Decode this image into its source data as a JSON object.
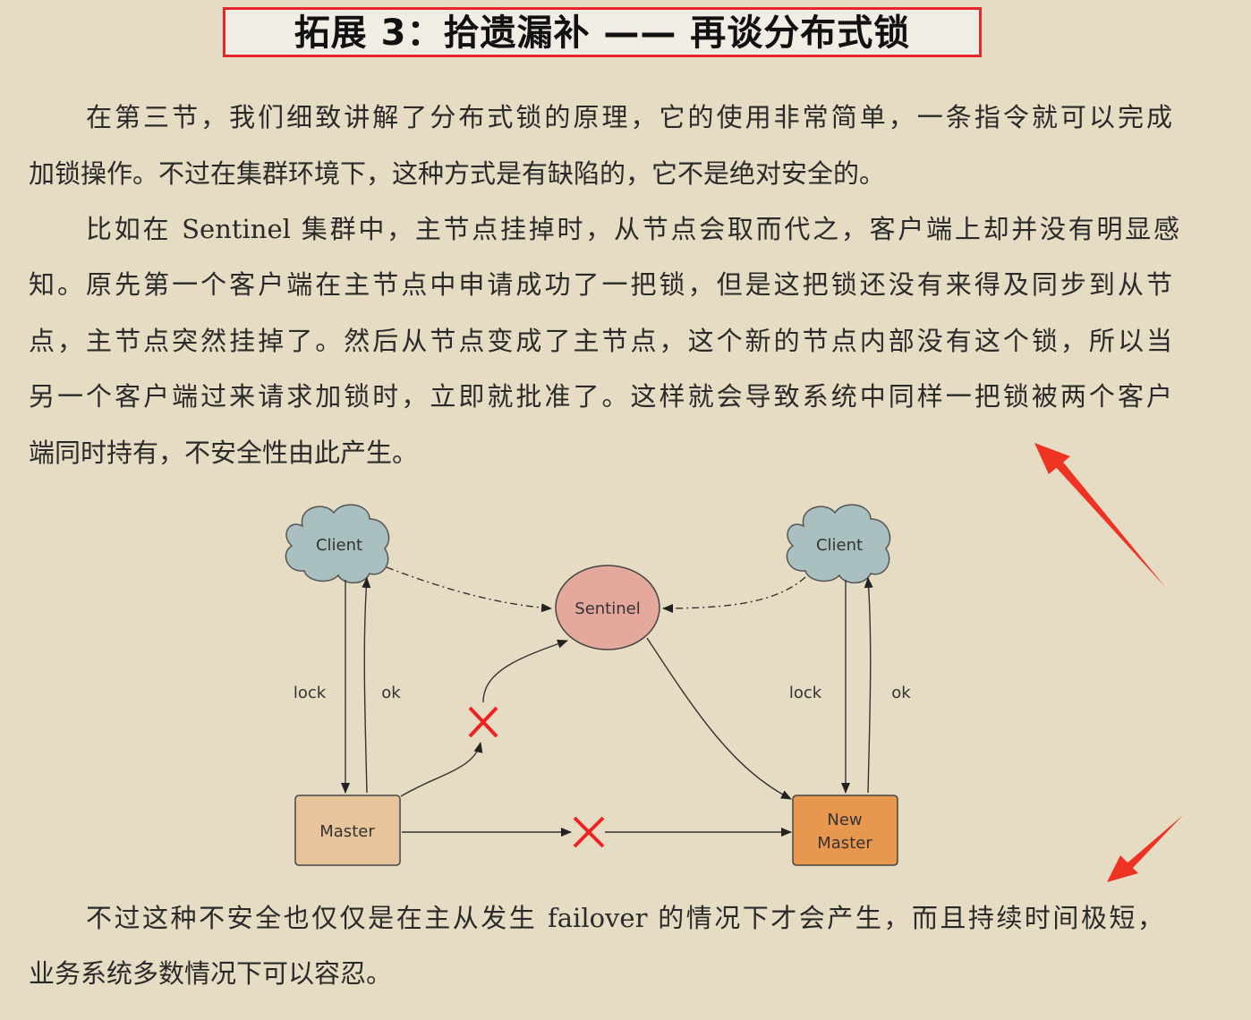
{
  "title": "拓展 3：拾遗漏补 —— 再谈分布式锁",
  "paragraphs": [
    {
      "lines": [
        "在第三节，我们细致讲解了分布式锁的原理，它的使用非常简单，一条指令就可以完成",
        "加锁操作。不过在集群环境下，这种方式是有缺陷的，它不是绝对安全的。"
      ]
    },
    {
      "lines": [
        "比如在 Sentinel 集群中，主节点挂掉时，从节点会取而代之，客户端上却并没有明显感",
        "知。原先第一个客户端在主节点中申请成功了一把锁，但是这把锁还没有来得及同步到从节",
        "点，主节点突然挂掉了。然后从节点变成了主节点，这个新的节点内部没有这个锁，所以当",
        "另一个客户端过来请求加锁时，立即就批准了。这样就会导致系统中同样一把锁被两个客户",
        "端同时持有，不安全性由此产生。"
      ]
    },
    {
      "lines": [
        "不过这种不安全也仅仅是在主从发生 failover 的情况下才会产生，而且持续时间极短，",
        "业务系统多数情况下可以容忍。"
      ]
    }
  ],
  "diagram": {
    "client_left": "Client",
    "client_right": "Client",
    "sentinel": "Sentinel",
    "master": "Master",
    "new_master_line1": "New",
    "new_master_line2": "Master",
    "lock_left": "lock",
    "ok_left": "ok",
    "lock_right": "lock",
    "ok_right": "ok"
  },
  "colors": {
    "background": "#e6dcc4",
    "title_border": "#e8252a",
    "cloud": "#a9bfc0",
    "sentinel": "#e4a89c",
    "master": "#e9c49a",
    "new_master": "#e8974e",
    "cross": "#ee2222"
  }
}
